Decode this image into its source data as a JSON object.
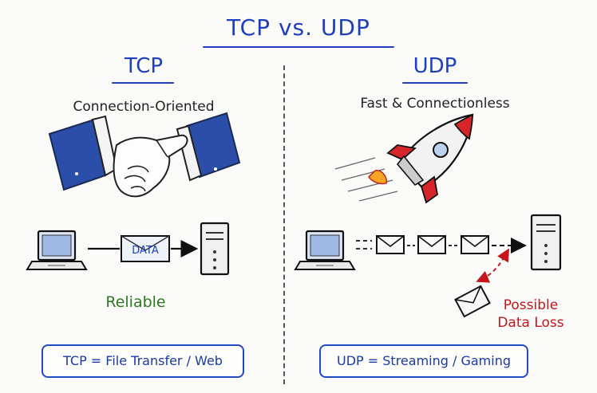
{
  "title": "TCP vs. UDP",
  "tcp": {
    "heading": "TCP",
    "subtitle": "Connection-Oriented",
    "packet_label": "DATA",
    "reliability": "Reliable",
    "use_case": "TCP = File Transfer / Web"
  },
  "udp": {
    "heading": "UDP",
    "subtitle": "Fast & Connectionless",
    "loss_line1": "Possible",
    "loss_line2": "Data Loss",
    "use_case": "UDP = Streaming / Gaming"
  },
  "colors": {
    "accent_blue": "#1f3fbf",
    "reliable_green": "#2d7a22",
    "loss_red": "#c4161c"
  },
  "icons": [
    "handshake-icon",
    "rocket-icon",
    "laptop-icon",
    "server-icon",
    "envelope-icon"
  ]
}
